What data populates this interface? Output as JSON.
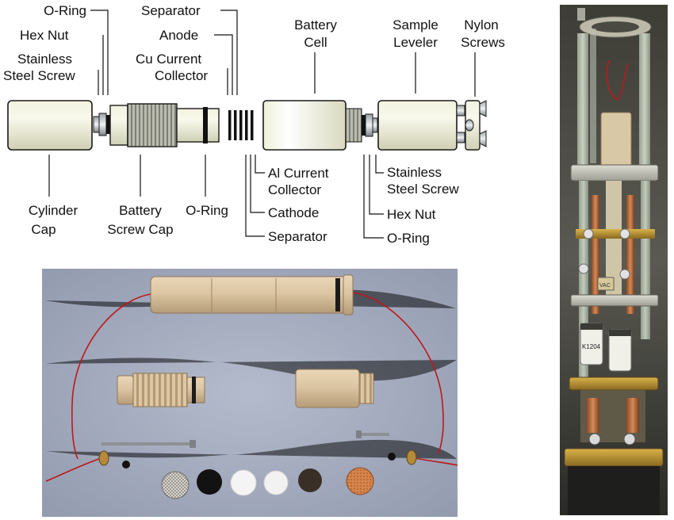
{
  "diagram": {
    "labels": {
      "oring_top_left": "O-Ring",
      "hex_nut_left": "Hex Nut",
      "stainless_left_1": "Stainless",
      "stainless_left_2": "Steel Screw",
      "separator_top": "Separator",
      "anode": "Anode",
      "cu_collector_1": "Cu Current",
      "cu_collector_2": "Collector",
      "battery_cell_1": "Battery",
      "battery_cell_2": "Cell",
      "sample_leveler_1": "Sample",
      "sample_leveler_2": "Leveler",
      "nylon_screws_1": "Nylon",
      "nylon_screws_2": "Screws",
      "cylinder_cap_1": "Cylinder",
      "cylinder_cap_2": "Cap",
      "battery_screw_cap_1": "Battery",
      "battery_screw_cap_2": "Screw Cap",
      "oring_bottom_left": "O-Ring",
      "al_collector_1": "Al Current",
      "al_collector_2": "Collector",
      "cathode": "Cathode",
      "separator_bottom": "Separator",
      "stainless_right_1": "Stainless",
      "stainless_right_2": "Steel Screw",
      "hex_nut_right": "Hex Nut",
      "oring_bottom_right": "O-Ring"
    }
  },
  "photo_parts": {
    "chip_label": "VAC"
  },
  "photo_stack": {
    "component_label": "K1204"
  },
  "colors": {
    "part_fill": "#e8e8cc",
    "part_outline": "#1a1a1a",
    "peek_beige": "#d9c3a2",
    "wire_red": "#c0171a",
    "copper": "#c9763c",
    "mat_blue": "#a9b0c4"
  }
}
